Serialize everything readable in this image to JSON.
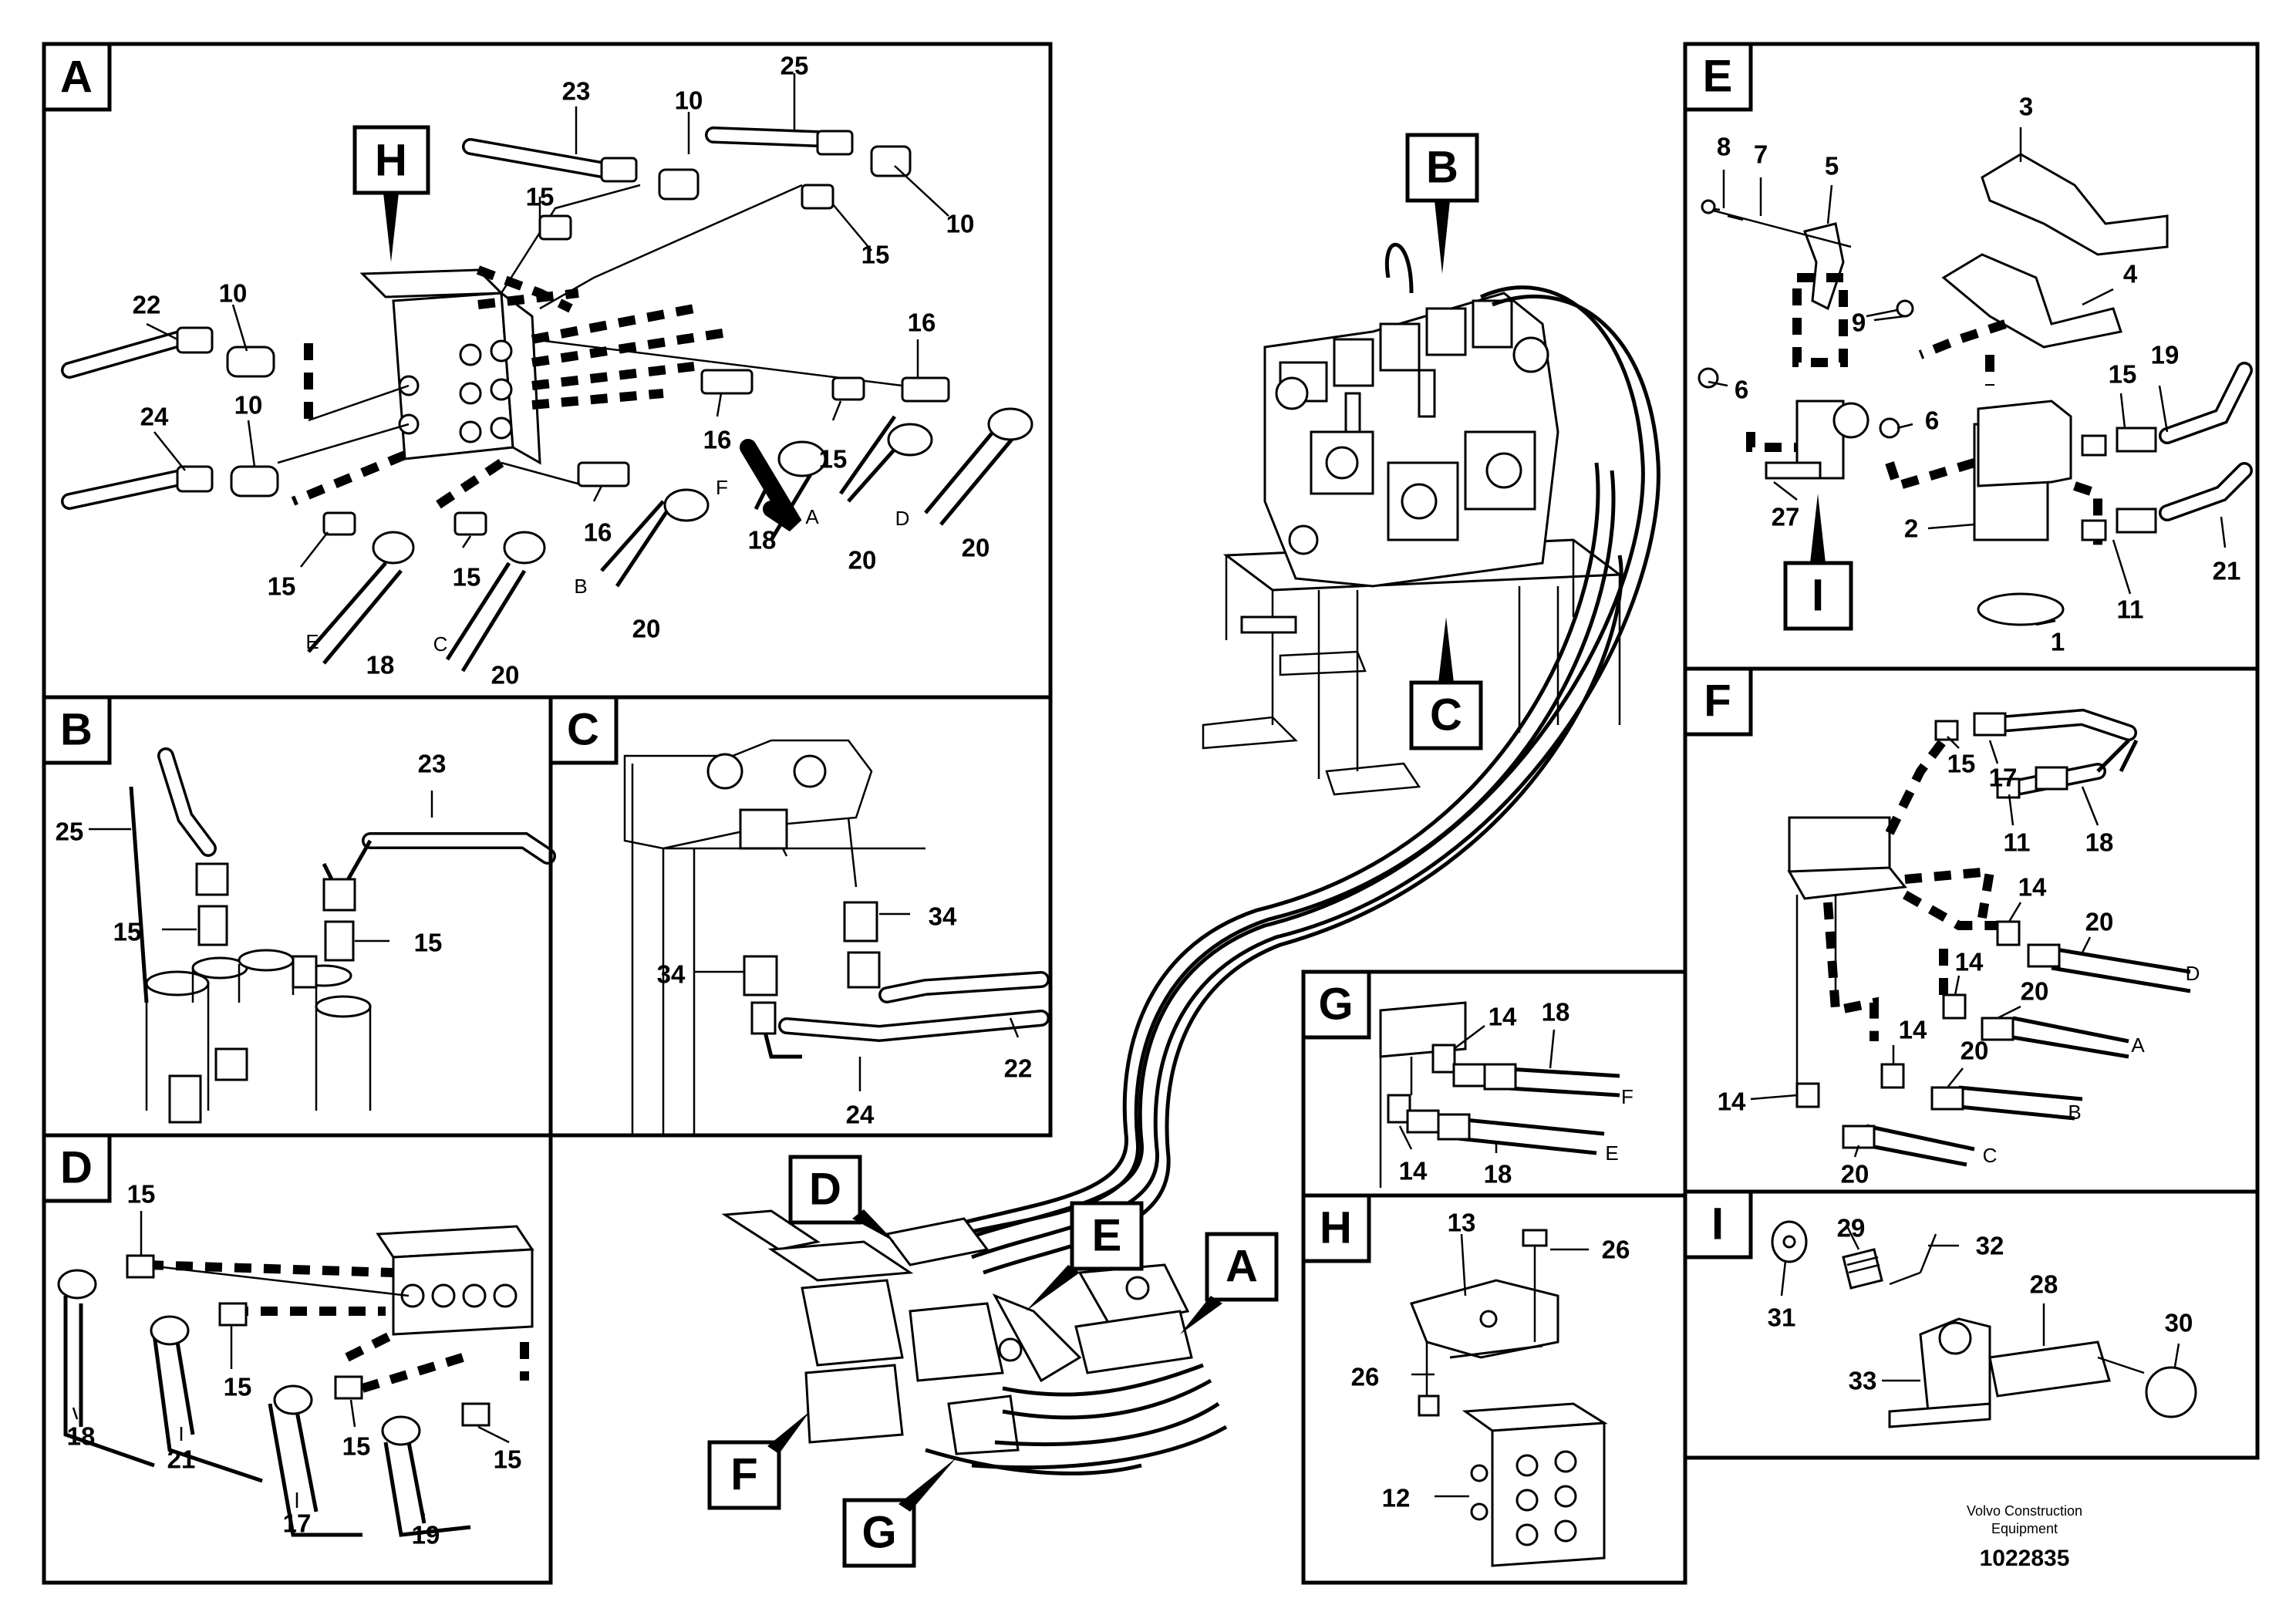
{
  "panels": {
    "A": {
      "tag": "A",
      "sub_tag": "H",
      "callouts": [
        "23",
        "10",
        "25",
        "10",
        "15",
        "15",
        "22",
        "10",
        "10",
        "24",
        "16",
        "16",
        "15",
        "16",
        "15",
        "15",
        "18",
        "20",
        "20",
        "20",
        "18",
        "20"
      ],
      "letters": [
        "F",
        "A",
        "D",
        "B",
        "E",
        "C"
      ]
    },
    "B": {
      "tag": "B",
      "callouts": [
        "23",
        "25",
        "15",
        "15"
      ]
    },
    "C": {
      "tag": "C",
      "callouts": [
        "34",
        "34",
        "22",
        "24"
      ]
    },
    "D": {
      "tag": "D",
      "callouts": [
        "15",
        "15",
        "18",
        "21",
        "15",
        "15",
        "17",
        "19"
      ]
    },
    "E": {
      "tag": "E",
      "callouts": [
        "8",
        "7",
        "5",
        "3",
        "4",
        "9",
        "6",
        "6",
        "15",
        "19",
        "27",
        "2",
        "11",
        "21",
        "1"
      ],
      "sub_tag": "I"
    },
    "F": {
      "tag": "F",
      "callouts": [
        "15",
        "17",
        "11",
        "18",
        "14",
        "20",
        "14",
        "20",
        "14",
        "20",
        "14",
        "20"
      ],
      "letters": [
        "D",
        "A",
        "B",
        "C"
      ]
    },
    "G": {
      "tag": "G",
      "callouts": [
        "14",
        "18",
        "14",
        "18"
      ],
      "letters": [
        "F",
        "E"
      ]
    },
    "H": {
      "tag": "H",
      "callouts": [
        "13",
        "26",
        "26",
        "12"
      ]
    },
    "I": {
      "tag": "I",
      "callouts": [
        "29",
        "32",
        "31",
        "28",
        "30",
        "33"
      ]
    }
  },
  "overview": {
    "tags": [
      "B",
      "C",
      "D",
      "E",
      "A",
      "F",
      "G"
    ]
  },
  "credit": {
    "line1": "Volvo Construction",
    "line2": "Equipment",
    "id": "1022835"
  }
}
